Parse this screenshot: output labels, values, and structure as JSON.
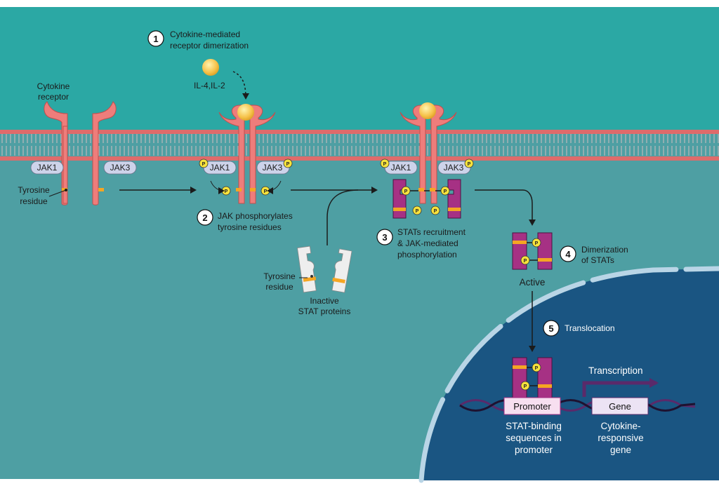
{
  "colors": {
    "cell_bg": "#4da3a6",
    "outside_bg": "#2ba8a4",
    "membrane": "#e0706e",
    "receptor": "#ee7d7b",
    "jak": "#cdd3ea",
    "stat_active": "#a63184",
    "stat_inactive": "#eeeeee",
    "tyrosine": "#f5a623",
    "phosphate": "#f7e23c",
    "nucleus": "#1a5582",
    "dna": "#5a2a6a"
  },
  "steps": [
    {
      "number": "1",
      "line1": "Cytokine-mediated",
      "line2": "receptor dimerization"
    },
    {
      "number": "2",
      "line1": "JAK phosphorylates",
      "line2": "tyrosine residues"
    },
    {
      "number": "3",
      "line1": "STATs recruitment",
      "line2": "& JAK-mediated",
      "line3": "phosphorylation"
    },
    {
      "number": "4",
      "line1": "Dimerization",
      "line2": "of STATs"
    },
    {
      "number": "5",
      "line1": "Translocation"
    }
  ],
  "labels": {
    "cytokine": "IL-4,IL-2",
    "receptor_line1": "Cytokine",
    "receptor_line2": "receptor",
    "tyrosine_line1": "Tyrosine",
    "tyrosine_line2": "residue",
    "inactive_line1": "Inactive",
    "inactive_line2": "STAT proteins",
    "active": "Active",
    "transcription": "Transcription",
    "promoter": "Promoter",
    "gene": "Gene",
    "stat_binding_line1": "STAT-binding",
    "stat_binding_line2": "sequences in",
    "stat_binding_line3": "promoter",
    "responsive_line1": "Cytokine-",
    "responsive_line2": "responsive",
    "responsive_line3": "gene",
    "jak1": "JAK1",
    "jak3": "JAK3",
    "phospho": "P"
  }
}
